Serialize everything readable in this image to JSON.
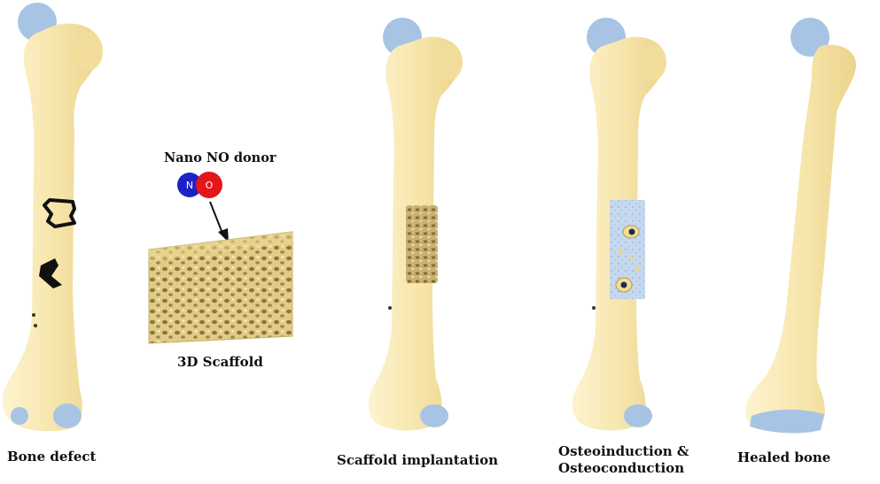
{
  "stages": {
    "defect": {
      "label": "Bone defect"
    },
    "implantation": {
      "label": "Scaffold implantation"
    },
    "osteo": {
      "line1": "Osteoinduction &",
      "line2": "Osteoconduction"
    },
    "healed": {
      "label": "Healed bone"
    }
  },
  "donor": {
    "title": "Nano NO donor",
    "atom1": "N",
    "atom2": "O"
  },
  "scaffold": {
    "label": "3D Scaffold"
  },
  "colors": {
    "bone": "#f7e7b0",
    "bone_shade": "#ecd58d",
    "cartilage": "#a8c4e4",
    "scaffold": "#d9c07a",
    "nitrogen": "#1d22c8",
    "oxygen": "#e3161b",
    "outline": "#111111"
  }
}
